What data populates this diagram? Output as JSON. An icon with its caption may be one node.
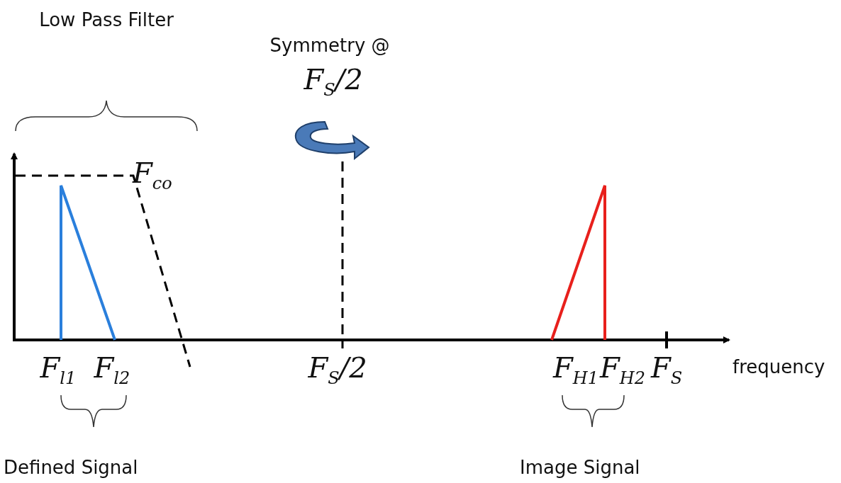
{
  "diagram": {
    "labels": [
      "Low Pass Filter",
      "Symmetry @",
      "F$_{S}$/2",
      "F$_{co}$",
      "F$_{l1}$",
      "F$_{l2}$",
      "F$_{S}$/2",
      "F$_{H1}$",
      "F$_{H2}$",
      "F$_{S}$",
      "frequency",
      "Defined Signal",
      "Image Signal"
    ]
  }
}
